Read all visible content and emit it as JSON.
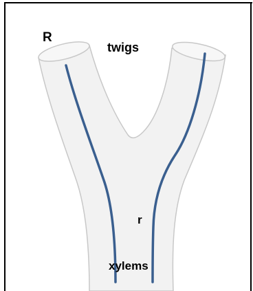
{
  "labels": {
    "R": "R",
    "twigs": "twigs",
    "r": "r",
    "xylems": "xylems"
  },
  "colors": {
    "branch_fill": "#f2f2f2",
    "branch_outline": "#c8c8c8",
    "xylem": "#3a5f8f",
    "frame": "#000000"
  }
}
